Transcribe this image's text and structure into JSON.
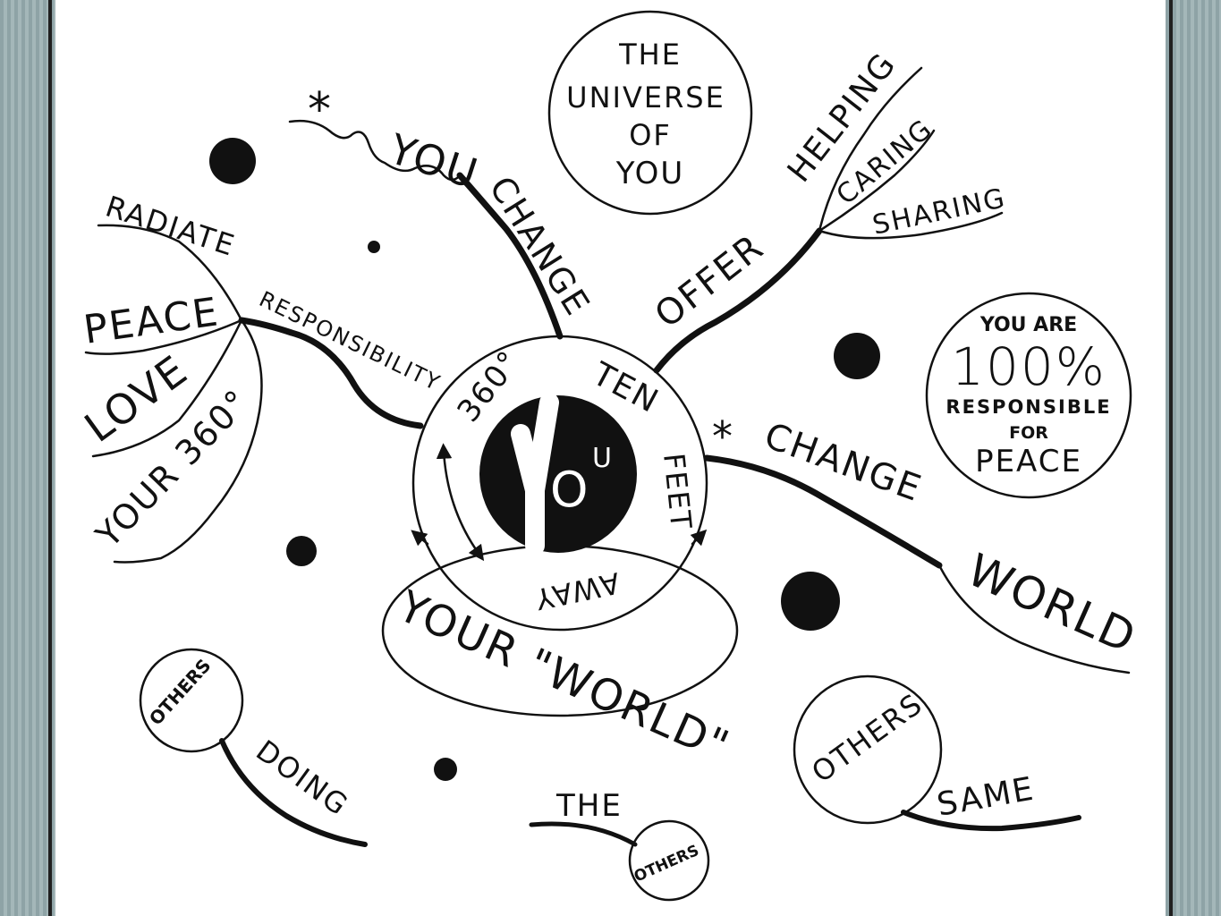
{
  "mind_map": {
    "center": {
      "you_y": "Y",
      "you_o": "O",
      "you_u": "U",
      "degrees": "360°",
      "ten": "TEN",
      "feet": "FEET",
      "away": "AWAY",
      "your_world": "YOUR \"WORLD\""
    },
    "universe_bubble": {
      "line1": "THE",
      "line2": "UNIVERSE",
      "line3": "OF",
      "line4": "YOU"
    },
    "responsible_bubble": {
      "line1": "YOU ARE",
      "line2": "100%",
      "line3": "RESPONSIBLE",
      "line4": "FOR",
      "line5": "PEACE"
    },
    "branches": {
      "star_you": "*",
      "you": "YOU",
      "change": "CHANGE",
      "offer": "OFFER",
      "helping": "HELPING",
      "caring": "CARING",
      "sharing": "SHARING",
      "star_change": "*",
      "change_right": "CHANGE",
      "world": "WORLD",
      "responsibility": "RESPONSIBILITY",
      "radiate": "RADIATE",
      "peace": "PEACE",
      "love": "LOVE",
      "your_360": "YOUR 360°"
    },
    "others": {
      "bubble_left": "OTHERS",
      "doing": "DOING",
      "the": "THE",
      "bubble_bottom": "OTHERS",
      "bubble_right": "OTHERS",
      "same": "SAME"
    }
  }
}
